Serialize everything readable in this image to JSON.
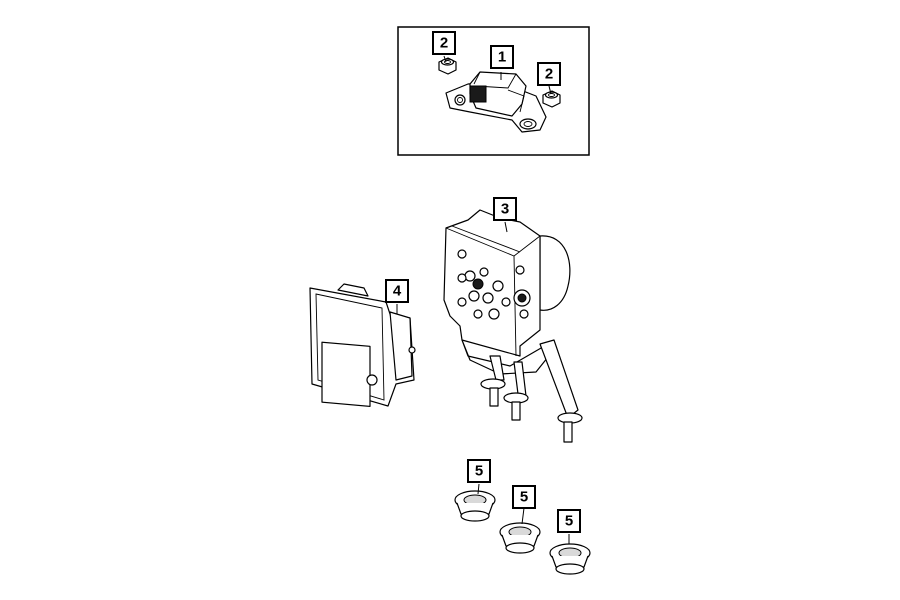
{
  "callouts": {
    "c1": "1",
    "c2a": "2",
    "c2b": "2",
    "c3": "3",
    "c4": "4",
    "c5a": "5",
    "c5b": "5",
    "c5c": "5"
  },
  "colors": {
    "line": "#000000",
    "background": "#ffffff"
  }
}
